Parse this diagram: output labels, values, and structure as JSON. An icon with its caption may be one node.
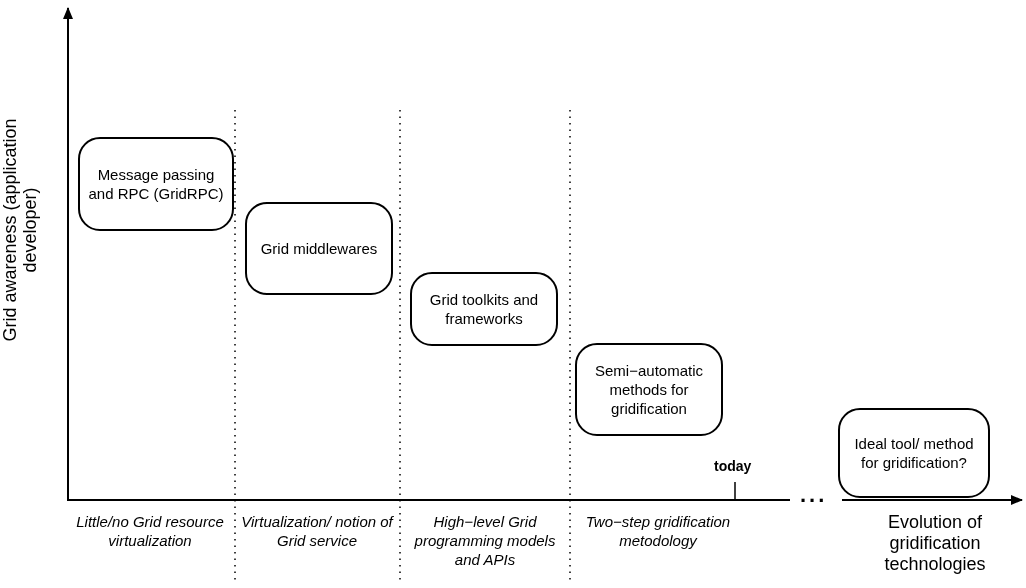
{
  "diagram": {
    "nodes": [
      {
        "text": [
          "Message passing and RPC (GridRPC)"
        ]
      },
      {
        "text": [
          "Grid middlewares"
        ]
      },
      {
        "text": [
          "Grid toolkits and frameworks"
        ]
      },
      {
        "text": [
          "Semi−automatic methods for gridification"
        ]
      },
      {
        "text": [
          "Ideal tool/ method for gridification?"
        ]
      }
    ],
    "edges": [],
    "labels": [
      "Grid awareness (application developer)",
      "today",
      "...",
      "Little/no Grid resource virtualization",
      "Virtualization/ notion of Grid service",
      "High−level Grid programming models and APIs",
      "Two−step gridification metodology",
      "Evolution of gridification technologies"
    ]
  }
}
